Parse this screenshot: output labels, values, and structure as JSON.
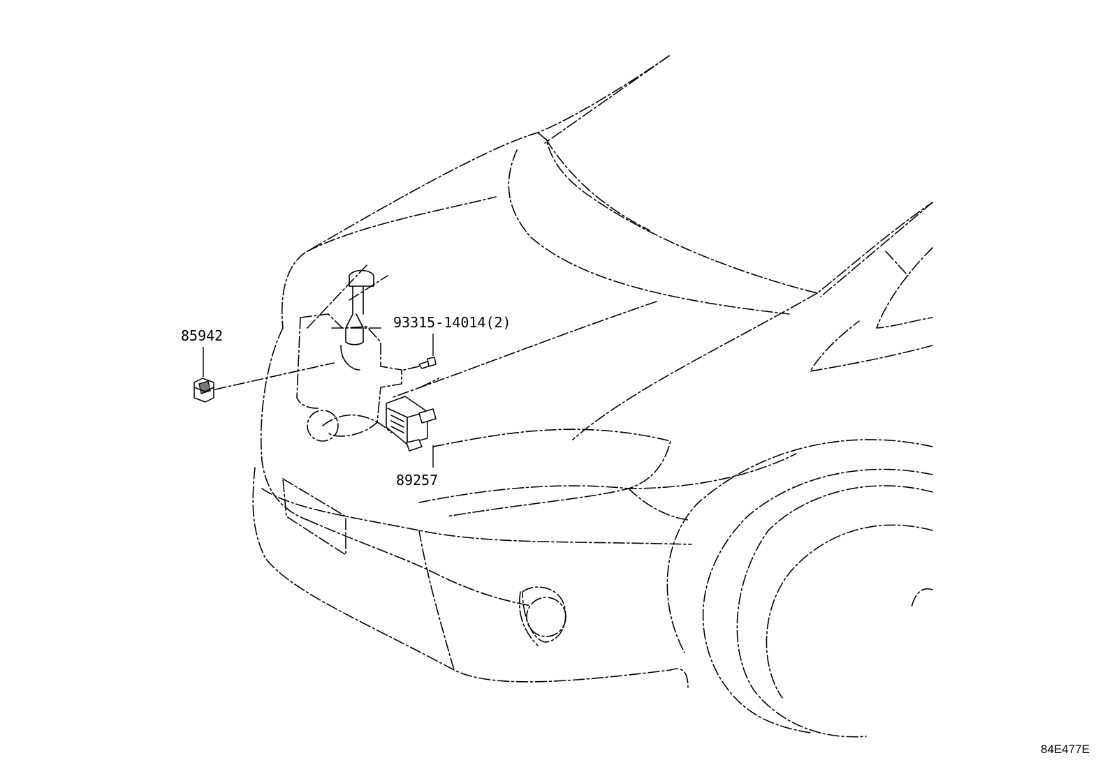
{
  "diagram": {
    "callouts": {
      "part_85942": "85942",
      "part_93315": "93315-14014(2)",
      "part_89257": "89257"
    },
    "reference_code": "84E477E"
  }
}
